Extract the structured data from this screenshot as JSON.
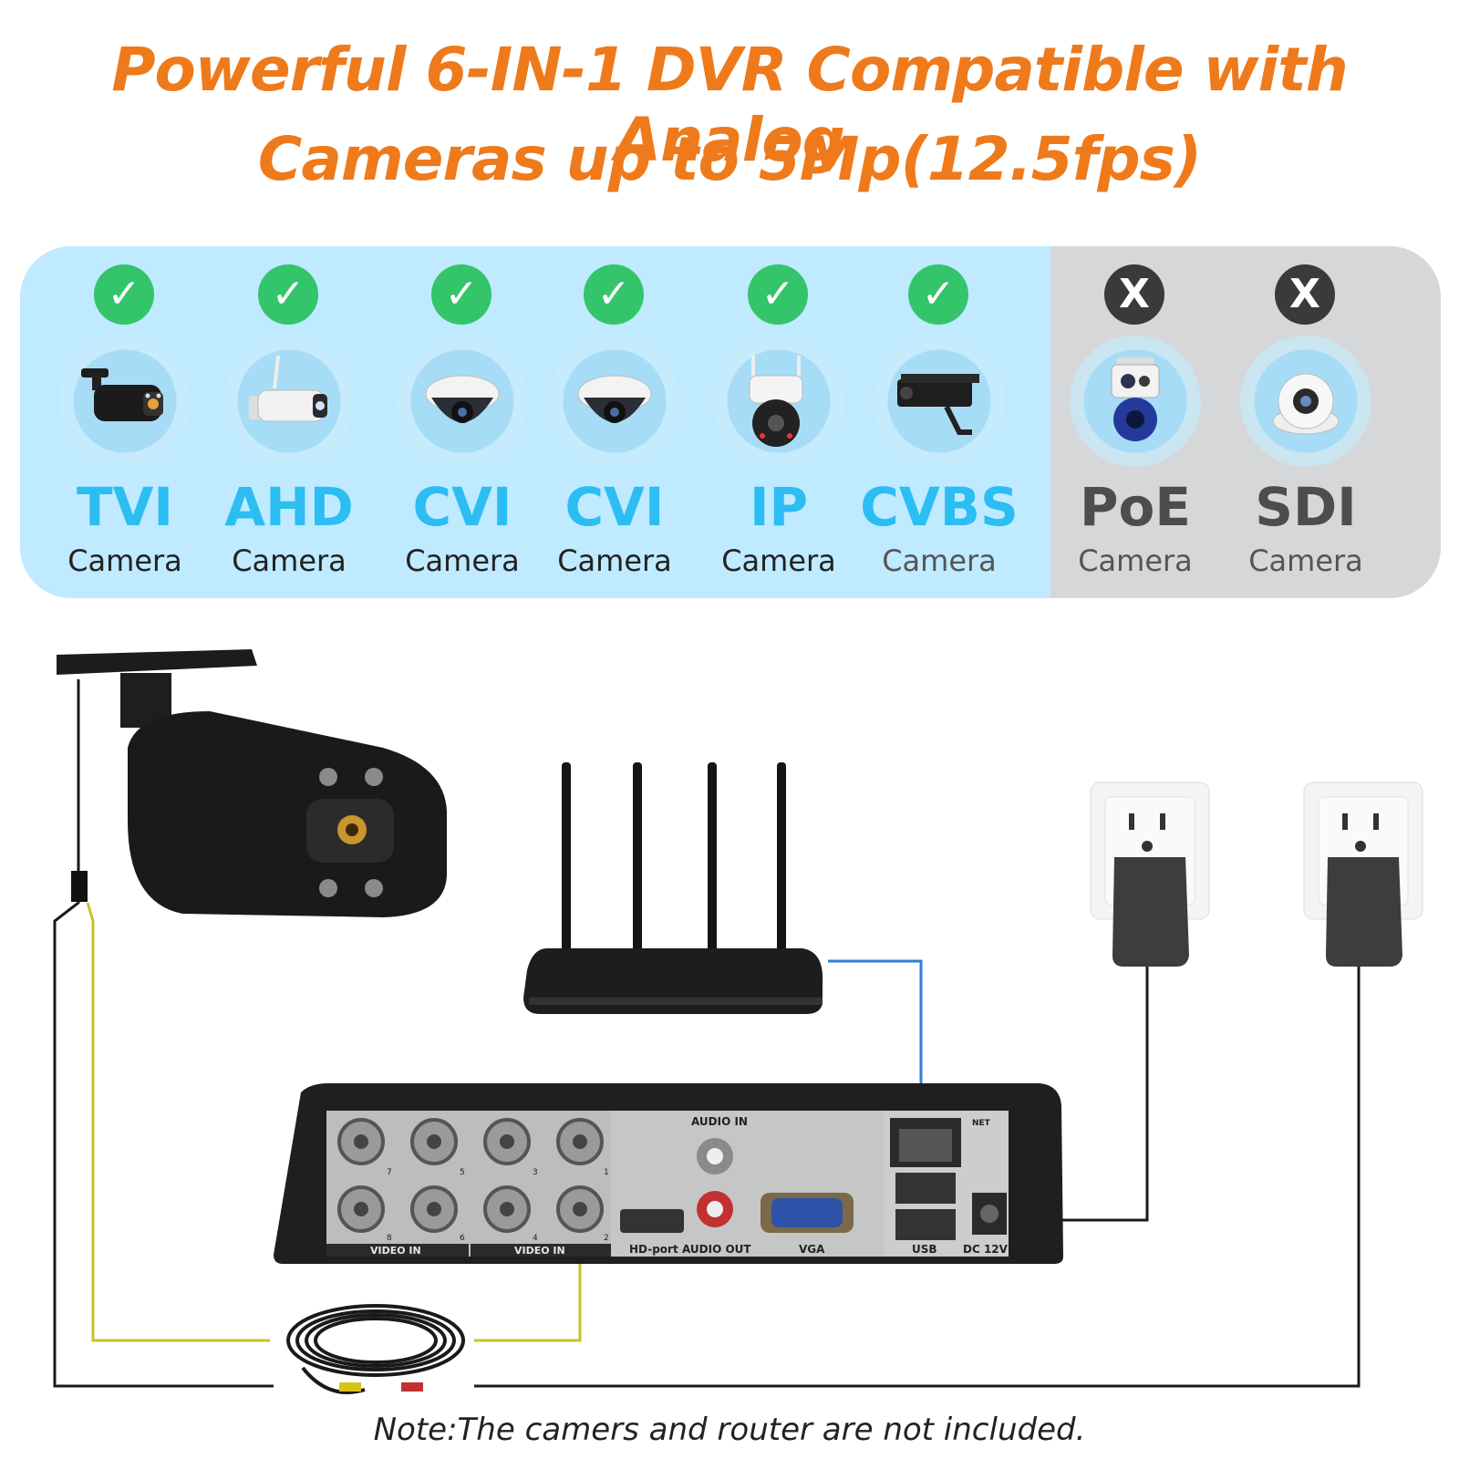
{
  "header": {
    "line1": "Powerful 6-IN-1 DVR Compatible with Analog",
    "line2": "Cameras up to 5Mp(12.5fps)"
  },
  "cameras": [
    {
      "type": "TVI",
      "label": "Camera",
      "supported": true,
      "icon": "bullet-camera-icon"
    },
    {
      "type": "AHD",
      "label": "Camera",
      "supported": true,
      "icon": "wifi-bullet-camera-icon"
    },
    {
      "type": "CVI",
      "label": "Camera",
      "supported": true,
      "icon": "dome-camera-icon"
    },
    {
      "type": "CVI",
      "label": "Camera",
      "supported": true,
      "icon": "dome-camera-icon"
    },
    {
      "type": "IP",
      "label": "Camera",
      "supported": true,
      "icon": "ptz-camera-icon"
    },
    {
      "type": "CVBS",
      "label": "Camera",
      "supported": true,
      "icon": "housing-camera-icon"
    },
    {
      "type": "PoE",
      "label": "Camera",
      "supported": false,
      "icon": "dual-lens-camera-icon"
    },
    {
      "type": "SDI",
      "label": "Camera",
      "supported": false,
      "icon": "turret-camera-icon"
    }
  ],
  "badges": {
    "ok": "✓",
    "no": "X"
  },
  "dvr": {
    "audio_in": "AUDIO IN",
    "net": "NET",
    "video_in_1": "VIDEO IN",
    "video_in_2": "VIDEO IN",
    "hd_port": "HD-port",
    "audio_out": "AUDIO OUT",
    "vga": "VGA",
    "usb": "USB",
    "dc": "DC 12V",
    "port_numbers": [
      "7",
      "5",
      "3",
      "1",
      "8",
      "6",
      "4",
      "2"
    ]
  },
  "colors": {
    "accent": "#ee7a1c",
    "supported_text": "#2cbdf2",
    "check": "#34c46a",
    "cross": "#3a3a3a",
    "video_cable": "#c9c12a",
    "network_cable": "#2f7fd6"
  },
  "note": "Note:The camers and router are not included."
}
